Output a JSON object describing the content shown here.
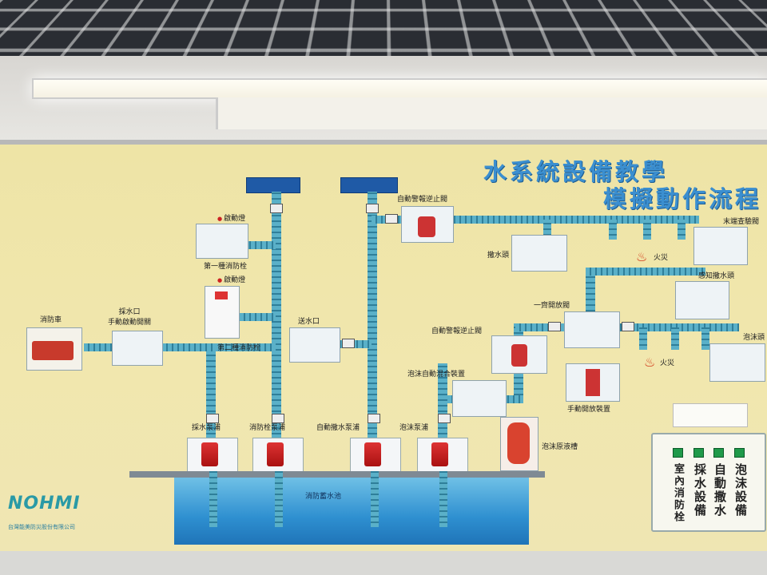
{
  "title": {
    "line1": "水系統設備教學",
    "line2": "模擬動作流程"
  },
  "labels": {
    "fire_truck": "消防車",
    "intake_valve": "採水口\n手動啟動開關",
    "start_light_1": "啟動燈",
    "hydrant_1": "第一種消防栓",
    "start_light_2": "啟動燈",
    "hydrant_2": "第二種消防栓",
    "inlet": "送水口",
    "alarm_check_valve_top": "自動警報逆止閥",
    "sprinkler_head": "撒水頭",
    "end_test_valve": "末端查驗閥",
    "fire_1": "火災",
    "fire_2": "火災",
    "smoke_detector": "感知撒水頭",
    "deluge_valve": "一齊開放閥",
    "alarm_check_valve_mid": "自動警報逆止閥",
    "foam_head": "泡沫頭",
    "foam_mixer": "泡沫自動混合裝置",
    "manual_open": "手動開放裝置",
    "foam_tank": "泡沫原液槽",
    "pump_intake": "採水泵浦",
    "pump_hydrant": "消防栓泵浦",
    "pump_sprinkler": "自動撒水泵浦",
    "pump_foam": "泡沫泵浦",
    "water_tank": "消防蓄水池"
  },
  "legend": {
    "items": [
      "泡沫設備",
      "自動撒水",
      "採水設備",
      "室內消防栓"
    ],
    "led_color": "#1f9a4a"
  },
  "brand": {
    "logo": "NOHMI",
    "company": "台灣能美防災股份有限公司"
  }
}
